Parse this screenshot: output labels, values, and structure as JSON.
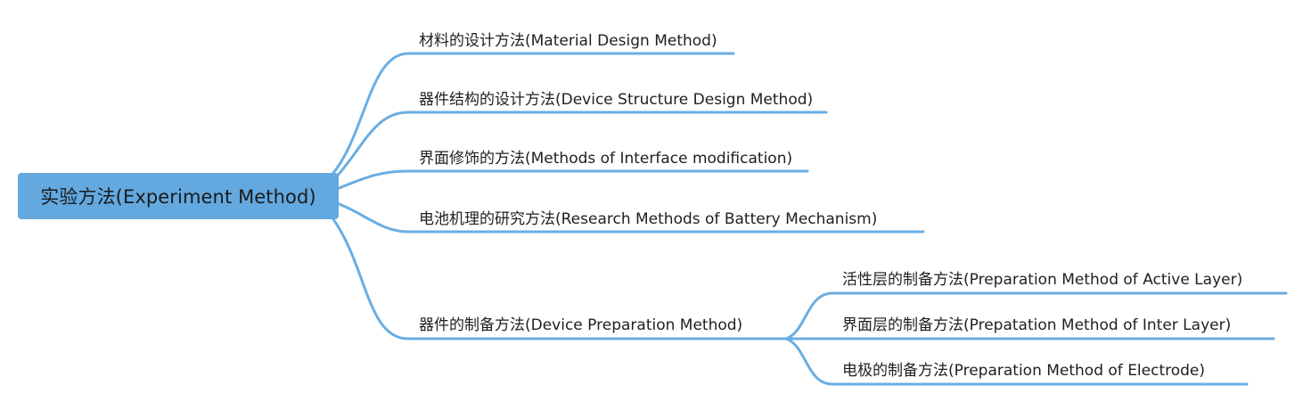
{
  "root": {
    "label": "实验方法(Experiment Method)"
  },
  "branches": [
    {
      "label": "材料的设计方法(Material Design Method)"
    },
    {
      "label": "器件结构的设计方法(Device Structure Design Method)"
    },
    {
      "label": "界面修饰的方法(Methods of Interface modification)"
    },
    {
      "label": "电池机理的研究方法(Research Methods of Battery Mechanism)"
    },
    {
      "label": "器件的制备方法(Device Preparation Method)",
      "children": [
        {
          "label": "活性层的制备方法(Preparation Method of Active Layer)"
        },
        {
          "label": "界面层的制备方法(Prepatation Method of Inter Layer)"
        },
        {
          "label": "电极的制备方法(Preparation Method of Electrode)"
        }
      ]
    }
  ],
  "colors": {
    "line": "#6aaee3",
    "root_fill": "#63a9e0"
  }
}
